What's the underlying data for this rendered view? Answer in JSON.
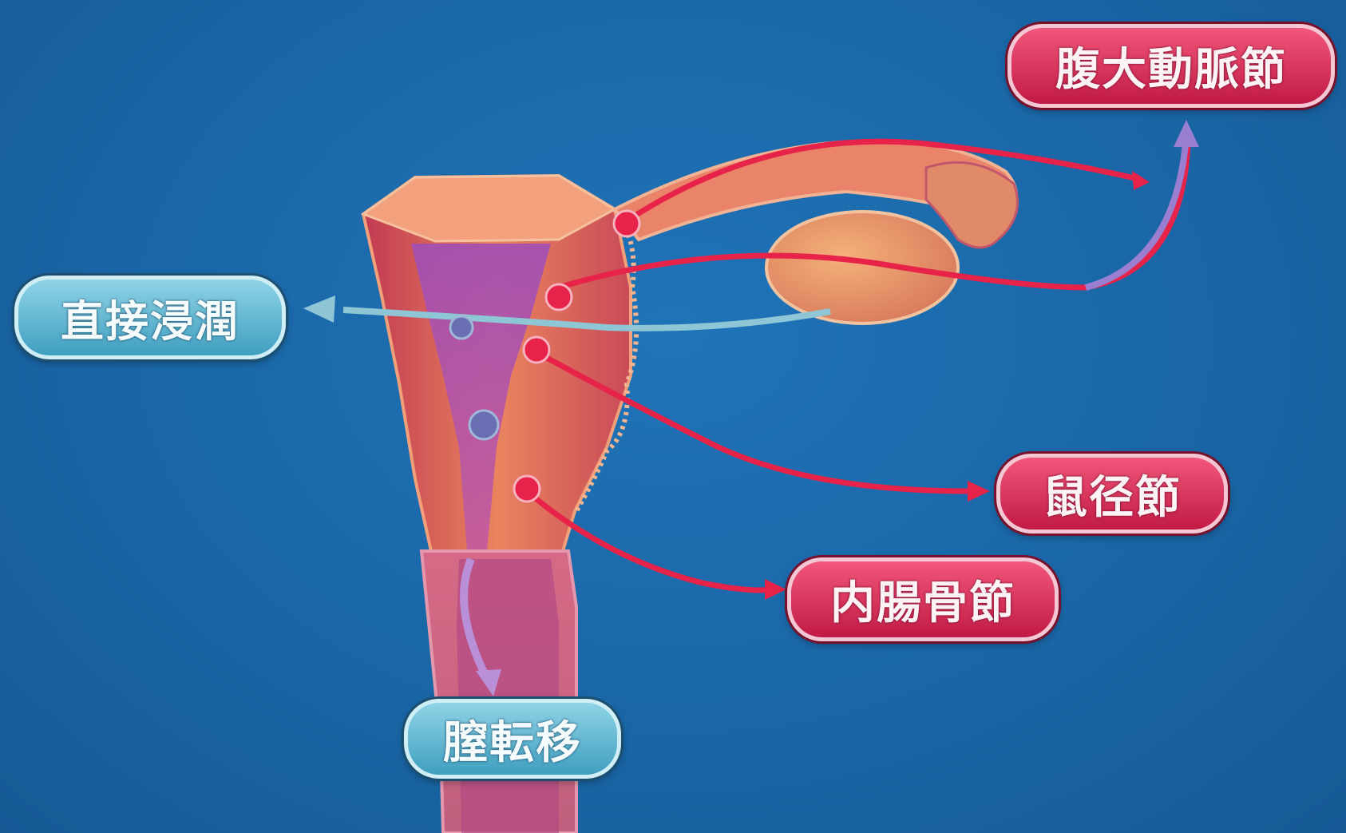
{
  "labels": {
    "para_aortic": "腹大動脈節",
    "inguinal": "鼠径節",
    "internal_iliac": "内腸骨節",
    "direct_invasion": "直接浸潤",
    "vaginal_metastasis": "膣転移"
  },
  "colors": {
    "background": "#1a67a6",
    "red_label": "#d8234f",
    "blue_label": "#5fb6d2",
    "lymph_path": "#e8234a",
    "spread_arrow": "#9a7fd0"
  }
}
